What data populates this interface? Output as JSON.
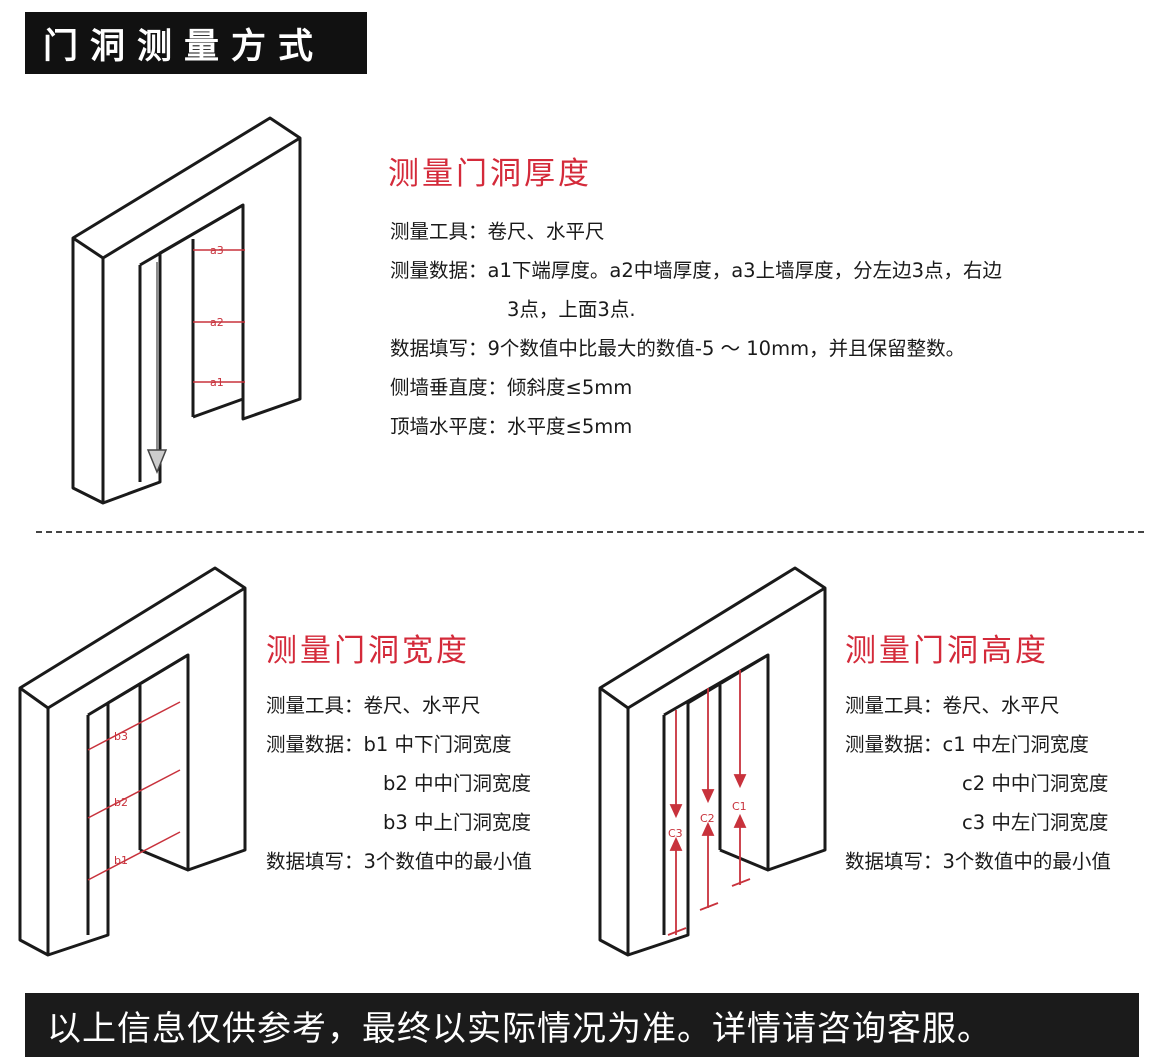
{
  "header": {
    "title": "门洞测量方式"
  },
  "thickness": {
    "title": "测量门洞厚度",
    "rows": [
      {
        "label": "测量工具：",
        "value": "卷尺、水平尺"
      },
      {
        "label": "测量数据：",
        "value": "a1下端厚度。a2中墙厚度，a3上墙厚度，分左边3点，右边"
      },
      {
        "label": "",
        "value": "3点，上面3点."
      },
      {
        "label": "数据填写：",
        "value": "9个数值中比最大的数值-5 ～ 10mm，并且保留整数。"
      },
      {
        "label": "侧墙垂直度：",
        "value": "倾斜度≤5mm"
      },
      {
        "label": "顶墙水平度：",
        "value": "水平度≤5mm"
      }
    ],
    "marks": [
      "a3",
      "a2",
      "a1"
    ]
  },
  "width": {
    "title": "测量门洞宽度",
    "rows": [
      {
        "label": "测量工具：",
        "value": "卷尺、水平尺"
      },
      {
        "label": "测量数据：",
        "value": "b1  中下门洞宽度"
      },
      {
        "label": "",
        "value": "b2  中中门洞宽度"
      },
      {
        "label": "",
        "value": "b3  中上门洞宽度"
      },
      {
        "label": "数据填写：",
        "value": "3个数值中的最小值"
      }
    ],
    "marks": [
      "b3",
      "b2",
      "b1"
    ]
  },
  "height": {
    "title": "测量门洞高度",
    "rows": [
      {
        "label": "测量工具：",
        "value": "卷尺、水平尺"
      },
      {
        "label": "测量数据：",
        "value": "c1  中左门洞宽度"
      },
      {
        "label": "",
        "value": "c2  中中门洞宽度"
      },
      {
        "label": "",
        "value": "c3  中左门洞宽度"
      },
      {
        "label": "数据填写：",
        "value": "3个数值中的最小值"
      }
    ],
    "marks": [
      "C1",
      "C2",
      "C3"
    ]
  },
  "footer": {
    "note": "以上信息仅供参考，最终以实际情况为准。详情请咨询客服。"
  },
  "colors": {
    "accent": "#d42a3a",
    "banner": "#111111",
    "line": "#1a1a1a"
  }
}
